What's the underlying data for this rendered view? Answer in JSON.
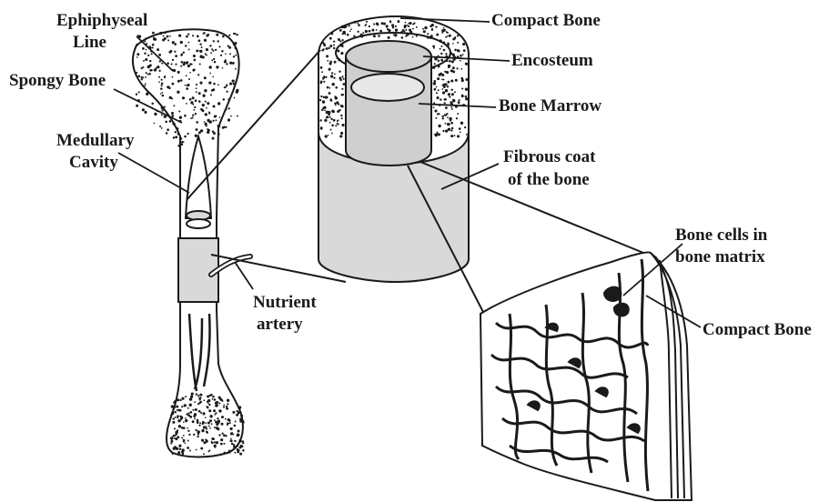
{
  "labels": {
    "ephiphyseal_1": "Ephiphyseal",
    "ephiphyseal_2": "Line",
    "spongy": "Spongy Bone",
    "medullary_1": "Medullary",
    "medullary_2": "Cavity",
    "nutrient_1": "Nutrient",
    "nutrient_2": "artery",
    "compact_top": "Compact Bone",
    "encosteum": "Encosteum",
    "marrow": "Bone Marrow",
    "fibrous_1": "Fibrous coat",
    "fibrous_2": "of the bone",
    "cells_1": "Bone cells in",
    "cells_2": "bone matrix",
    "compact_bottom": "Compact Bone"
  },
  "colors": {
    "outline": "#1a1a1a",
    "shaded": "#d9d9d9",
    "marrow_fill": "#cfcfcf",
    "background": "#ffffff"
  }
}
